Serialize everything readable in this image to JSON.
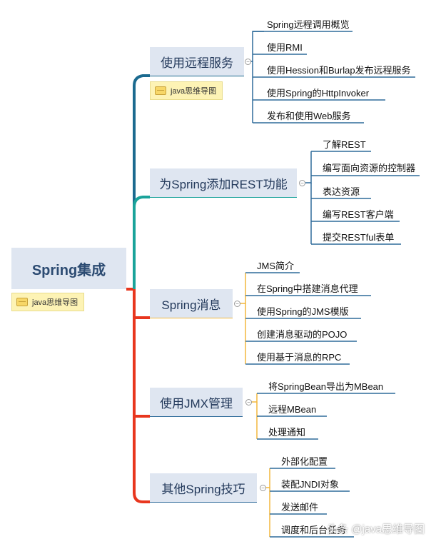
{
  "root": {
    "label": "Spring集成",
    "tag": "java思维导图"
  },
  "colors": {
    "branch1": "#1b6a8f",
    "branch2": "#1aa39a",
    "branch3": "#e8361e",
    "branch4": "#e8361e",
    "branch5": "#e8361e",
    "leaf_line": "#2f6b9a",
    "node_fill": "#dfe6f1",
    "tag_fill": "#fdf3b5"
  },
  "branches": [
    {
      "label": "使用远程服务",
      "tag": "java思维导图",
      "leaves": [
        "Spring远程调用概览",
        "使用RMI",
        "使用Hession和Burlap发布远程服务",
        "使用Spring的HttpInvoker",
        "发布和使用Web服务"
      ]
    },
    {
      "label": "为Spring添加REST功能",
      "leaves": [
        "了解REST",
        "编写面向资源的控制器",
        "表达资源",
        "编写REST客户端",
        "提交RESTful表单"
      ]
    },
    {
      "label": "Spring消息",
      "leaves": [
        "JMS简介",
        "在Spring中搭建消息代理",
        "使用Spring的JMS模版",
        "创建消息驱动的POJO",
        "使用基于消息的RPC"
      ]
    },
    {
      "label": "使用JMX管理",
      "leaves": [
        "将SpringBean导出为MBean",
        "远程MBean",
        "处理通知"
      ]
    },
    {
      "label": "其他Spring技巧",
      "leaves": [
        "外部化配置",
        "装配JNDI对象",
        "发送邮件",
        "调度和后台任务"
      ]
    }
  ],
  "watermark": "头条 @java思维导图",
  "icons": {
    "tag": "note-icon",
    "collapse": "minus-circle-icon"
  }
}
